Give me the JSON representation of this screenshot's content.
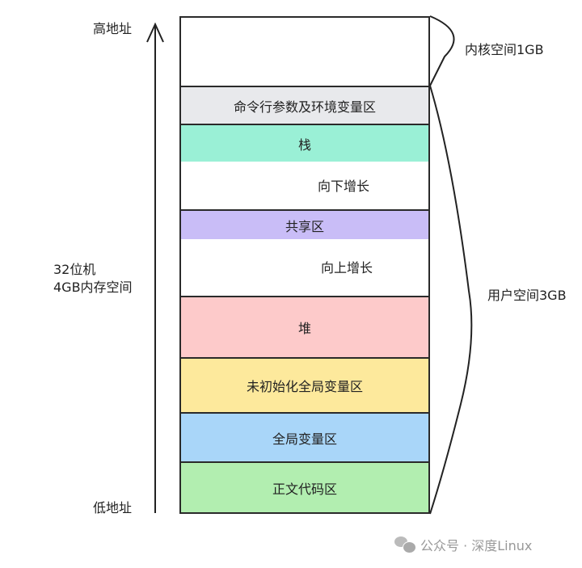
{
  "labels": {
    "high": "高地址",
    "low": "低地址",
    "machine_line1": "32位机",
    "machine_line2": "4GB内存空间",
    "kernel": "内核空间1GB",
    "user": "用户空间3GB",
    "grow_down": "向下增长",
    "grow_up": "向上增长"
  },
  "segments": [
    {
      "name": "",
      "color": "#ffffff"
    },
    {
      "name": "命令行参数及环境变量区",
      "color": "#e8e9ec"
    },
    {
      "name": "栈",
      "color": "#9af0d6"
    },
    {
      "name": "",
      "color": "#ffffff"
    },
    {
      "name": "共享区",
      "color": "#c9bdf7"
    },
    {
      "name": "",
      "color": "#ffffff"
    },
    {
      "name": "堆",
      "color": "#fdcaca"
    },
    {
      "name": "未初始化全局变量区",
      "color": "#fde99c"
    },
    {
      "name": "全局变量区",
      "color": "#a9d6f9"
    },
    {
      "name": "正文代码区",
      "color": "#b2eeb0"
    }
  ],
  "watermark": "公众号 · 深度Linux"
}
